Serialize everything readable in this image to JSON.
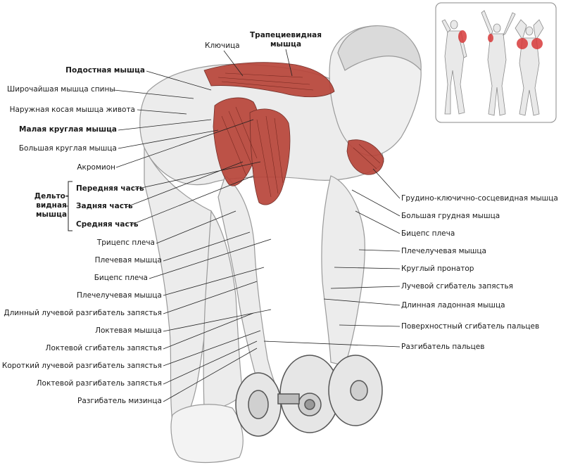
{
  "labels": {
    "klyuchitsa": "Ключица",
    "trapecievidnaya_1": "Трапециевидная",
    "trapecievidnaya_2": "мышца",
    "podostnaya": "Подостная мышца",
    "shirochayshaya": "Широчайшая мышца спины",
    "naruzhnaya_kosaya": "Наружная косая мышца живота",
    "malaya_kruglaya": "Малая круглая мышца",
    "bolshaya_kruglaya": "Большая круглая мышца",
    "akromion": "Акромион",
    "deltovidnaya_1": "Дельто-",
    "deltovidnaya_2": "видная",
    "deltovidnaya_3": "мышца",
    "perednyaya": "Передняя часть",
    "zadnyaya": "Задняя часть",
    "srednyaya": "Средняя часть",
    "triceps": "Трицепс плеча",
    "plechevaya": "Плечевая мышца",
    "biceps_left": "Бицепс плеча",
    "plecheluchevaya_left": "Плечелучевая мышца",
    "dlinny_luchevoy": "Длинный лучевой разгибатель запястья",
    "loktevaya": "Локтевая мышца",
    "loktevoy_sgibatel": "Локтевой сгибатель запястья",
    "korotky_luchevoy": "Короткий лучевой разгибатель запястья",
    "loktevoy_razgibatel": "Локтевой разгибатель запястья",
    "razgibatel_mizintsa": "Разгибатель мизинца",
    "grudino": "Грудино-ключично-сосцевидная мышца",
    "bolshaya_grudnaya": "Большая грудная мышца",
    "biceps_right": "Бицепс плеча",
    "plecheluchevaya_right": "Плечелучевая мышца",
    "krugly_pronator": "Круглый пронатор",
    "luchevoy_sgibatel": "Лучевой сгибатель запястья",
    "dlinnaya_ladonnaya": "Длинная ладонная мышца",
    "poverhnostny": "Поверхностный сгибатель пальцев",
    "razgibatel_paltsev": "Разгибатель пальцев"
  },
  "colors": {
    "muscle_highlight": "#b8453a",
    "muscle_dark": "#7a2a22",
    "skin_sketch": "#cfcfcf",
    "line": "#222222",
    "inset_highlight": "#d83a3a"
  }
}
